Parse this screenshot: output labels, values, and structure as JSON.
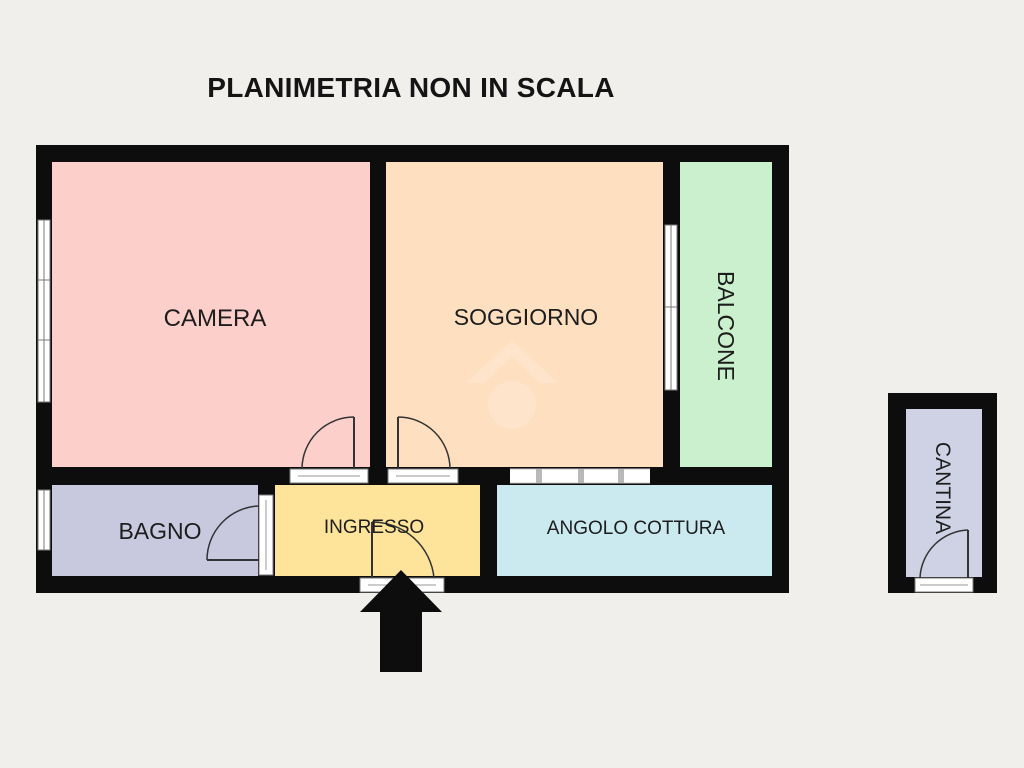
{
  "title": "PLANIMETRIA NON IN SCALA",
  "colors": {
    "background": "#f0efec",
    "wall": "#0d0d0d",
    "camera": "#fdcfcb",
    "soggiorno": "#fedfbf",
    "balcone": "#cbf0cd",
    "bagno": "#c8c8df",
    "ingresso": "#fde49a",
    "angolo_cottura": "#cbeaf0",
    "cantina": "#cfd2e4",
    "arrow": "#0d0d0d"
  },
  "rooms": {
    "camera": "CAMERA",
    "soggiorno": "SOGGIORNO",
    "balcone": "BALCONE",
    "bagno": "BAGNO",
    "ingresso": "INGRESSO",
    "angolo_cottura": "ANGOLO COTTURA",
    "cantina": "CANTINA"
  },
  "entrance_marker": "entrance-arrow-icon"
}
